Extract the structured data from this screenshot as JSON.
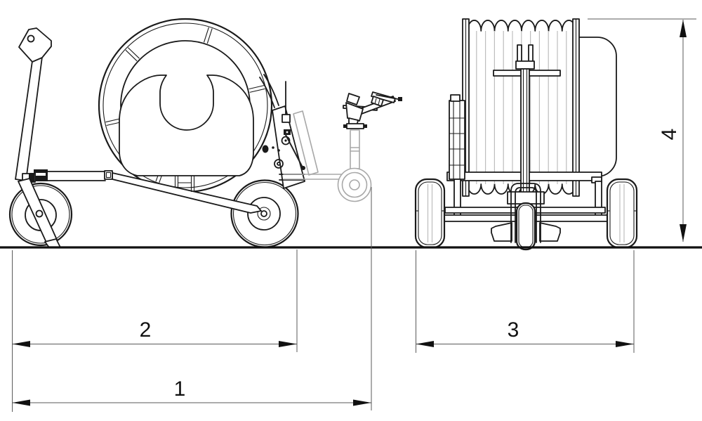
{
  "diagram": {
    "type": "technical-line-drawing",
    "colors": {
      "line": "#1a1a1a",
      "light_gray": "#a8a8a8",
      "dimension_line": "#5a5a5a",
      "background": "#ffffff"
    },
    "dims": {
      "d1": {
        "label": "1"
      },
      "d2": {
        "label": "2"
      },
      "d3": {
        "label": "3"
      },
      "d4": {
        "label": "4"
      }
    }
  }
}
